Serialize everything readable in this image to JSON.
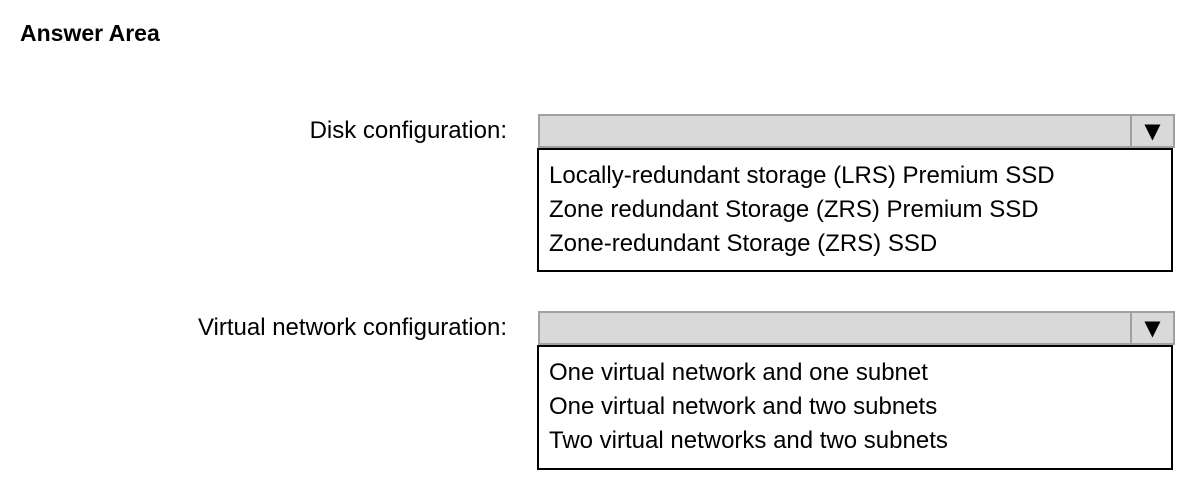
{
  "title": "Answer Area",
  "colors": {
    "background": "#ffffff",
    "text": "#000000",
    "dropdown_fill": "#d9d9d9",
    "dropdown_border": "#a0a0a0",
    "list_border": "#000000",
    "arrow": "#000000"
  },
  "icons": {
    "dropdown_arrow": "▼"
  },
  "groups": [
    {
      "label": "Disk configuration:",
      "selected_value": "",
      "options": [
        "Locally-redundant storage (LRS) Premium SSD",
        "Zone redundant Storage (ZRS) Premium SSD",
        "Zone-redundant Storage (ZRS) SSD"
      ]
    },
    {
      "label": "Virtual network configuration:",
      "selected_value": "",
      "options": [
        "One virtual network and one subnet",
        "One virtual network and two subnets",
        "Two virtual networks and two subnets"
      ]
    }
  ]
}
